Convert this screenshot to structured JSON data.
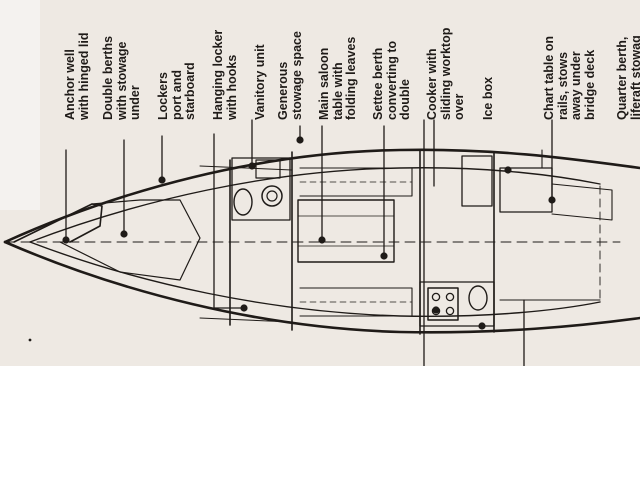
{
  "diagram": {
    "labels": [
      {
        "id": "anchor-well",
        "text": "Anchor well\nwith hinged lid"
      },
      {
        "id": "double-berths",
        "text": "Double berths\nwith stowage\nunder"
      },
      {
        "id": "lockers",
        "text": "Lockers\nport and\nstarboard"
      },
      {
        "id": "hanging-locker",
        "text": "Hanging locker\nwith hooks"
      },
      {
        "id": "vanitory-unit",
        "text": "Vanitory unit"
      },
      {
        "id": "generous-stowage",
        "text": "Generous\nstowage space"
      },
      {
        "id": "main-saloon-table",
        "text": "Main saloon\ntable with\nfolding leaves"
      },
      {
        "id": "settee-berth",
        "text": "Settee berth\nconverting to\ndouble"
      },
      {
        "id": "cooker",
        "text": "Cooker with\nsliding worktop\nover"
      },
      {
        "id": "ice-box",
        "text": "Ice box"
      },
      {
        "id": "chart-table",
        "text": "Chart table on\nrails, stows\naway under\nbridge deck"
      },
      {
        "id": "quarter-berth",
        "text": "Quarter berth,\nliferaft stowag"
      }
    ],
    "colors": {
      "ink": "#1f1b18",
      "paper": "#eee9e3",
      "background": "#ffffff"
    }
  }
}
